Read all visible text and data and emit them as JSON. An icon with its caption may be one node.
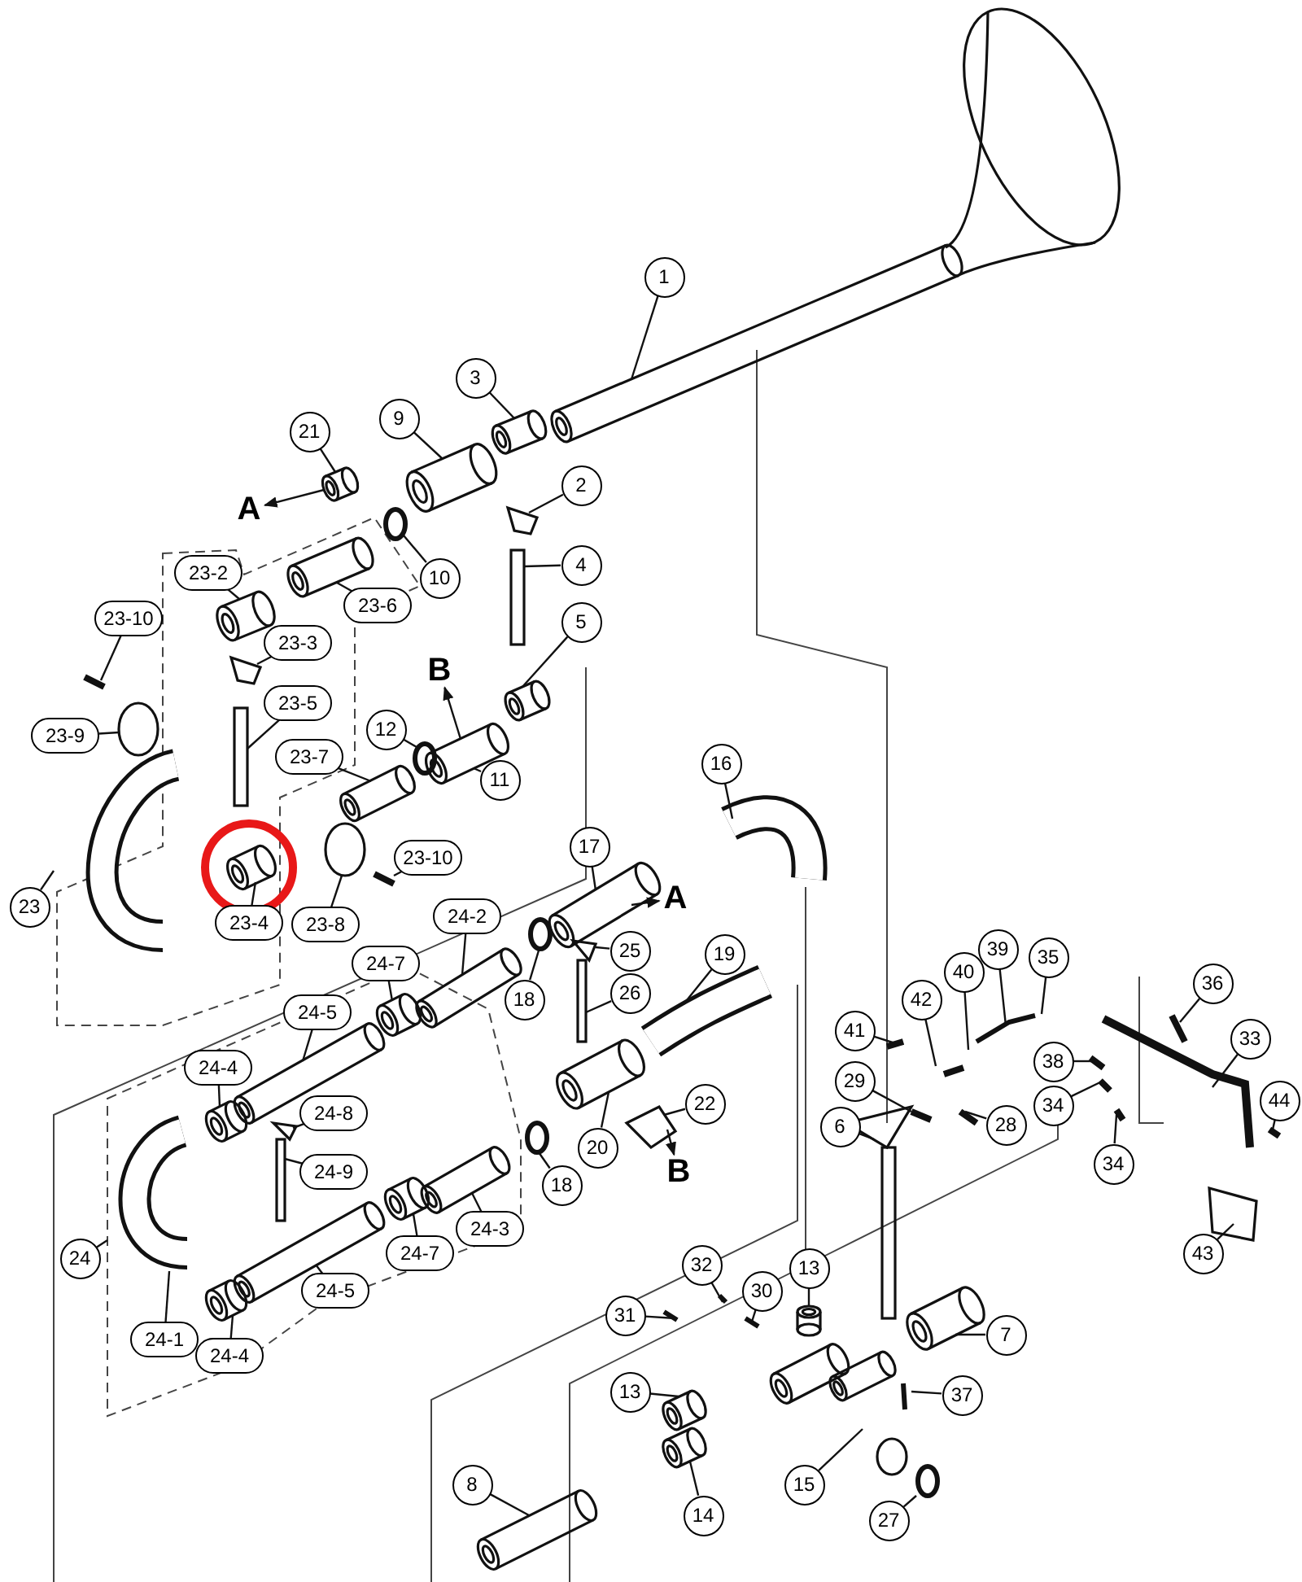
{
  "diagram": {
    "nodes": [
      {
        "text": [
          "1"
        ]
      },
      {
        "text": [
          "3"
        ]
      },
      {
        "text": [
          "9"
        ]
      },
      {
        "text": [
          "21"
        ]
      },
      {
        "text": [
          "2"
        ]
      },
      {
        "text": [
          "A"
        ]
      },
      {
        "text": [
          "10"
        ]
      },
      {
        "text": [
          "4"
        ]
      },
      {
        "text": [
          "23-2"
        ]
      },
      {
        "text": [
          "23-6"
        ]
      },
      {
        "text": [
          "5"
        ]
      },
      {
        "text": [
          "23-10"
        ]
      },
      {
        "text": [
          "23-3"
        ]
      },
      {
        "text": [
          "B"
        ]
      },
      {
        "text": [
          "23-5"
        ]
      },
      {
        "text": [
          "12"
        ]
      },
      {
        "text": [
          "23-9"
        ]
      },
      {
        "text": [
          "23-7"
        ]
      },
      {
        "text": [
          "11"
        ]
      },
      {
        "text": [
          "16"
        ]
      },
      {
        "text": [
          "23-10"
        ]
      },
      {
        "text": [
          "17"
        ]
      },
      {
        "text": [
          "23"
        ]
      },
      {
        "text": [
          "23-4"
        ]
      },
      {
        "text": [
          "23-8"
        ]
      },
      {
        "text": [
          "A"
        ]
      },
      {
        "text": [
          "24-2"
        ]
      },
      {
        "text": [
          "25"
        ]
      },
      {
        "text": [
          "24-7"
        ]
      },
      {
        "text": [
          "19"
        ]
      },
      {
        "text": [
          "18"
        ]
      },
      {
        "text": [
          "26"
        ]
      },
      {
        "text": [
          "24-5"
        ]
      },
      {
        "text": [
          "42"
        ]
      },
      {
        "text": [
          "40"
        ]
      },
      {
        "text": [
          "39"
        ]
      },
      {
        "text": [
          "35"
        ]
      },
      {
        "text": [
          "36"
        ]
      },
      {
        "text": [
          "41"
        ]
      },
      {
        "text": [
          "24-4"
        ]
      },
      {
        "text": [
          "24-8"
        ]
      },
      {
        "text": [
          "22"
        ]
      },
      {
        "text": [
          "29"
        ]
      },
      {
        "text": [
          "28"
        ]
      },
      {
        "text": [
          "38"
        ]
      },
      {
        "text": [
          "34"
        ]
      },
      {
        "text": [
          "34"
        ]
      },
      {
        "text": [
          "33"
        ]
      },
      {
        "text": [
          "44"
        ]
      },
      {
        "text": [
          "6"
        ]
      },
      {
        "text": [
          "24-9"
        ]
      },
      {
        "text": [
          "18"
        ]
      },
      {
        "text": [
          "20"
        ]
      },
      {
        "text": [
          "B"
        ]
      },
      {
        "text": [
          "24-3"
        ]
      },
      {
        "text": [
          "24"
        ]
      },
      {
        "text": [
          "24-7"
        ]
      },
      {
        "text": [
          "43"
        ]
      },
      {
        "text": [
          "24-5"
        ]
      },
      {
        "text": [
          "32"
        ]
      },
      {
        "text": [
          "30"
        ]
      },
      {
        "text": [
          "13"
        ]
      },
      {
        "text": [
          "7"
        ]
      },
      {
        "text": [
          "31"
        ]
      },
      {
        "text": [
          "24-1"
        ]
      },
      {
        "text": [
          "24-4"
        ]
      },
      {
        "text": [
          "13"
        ]
      },
      {
        "text": [
          "37"
        ]
      },
      {
        "text": [
          "15"
        ]
      },
      {
        "text": [
          "8"
        ]
      },
      {
        "text": [
          "27"
        ]
      },
      {
        "text": [
          "14"
        ]
      },
      {
        "text": [],
        "shape": "cylinder"
      },
      {
        "text": [],
        "shape": "ring"
      },
      {
        "text": [],
        "shape": "cylinder"
      },
      {
        "text": [],
        "shape": "ring"
      },
      {
        "text": [],
        "shape": "cylinder"
      },
      {
        "text": [],
        "shape": "ring"
      },
      {
        "text": [],
        "shape": "cylinder"
      },
      {
        "text": [],
        "shape": "ring"
      },
      {
        "text": [],
        "shape": "cylinder"
      },
      {
        "text": [],
        "shape": "cylinder"
      },
      {
        "text": [],
        "shape": "cylinder"
      },
      {
        "text": [],
        "shape": "cylinder"
      },
      {
        "text": [],
        "shape": "ring"
      },
      {
        "text": [],
        "shape": "cylinder"
      }
    ],
    "edges": [
      {
        "from": 0,
        "to": null,
        "arrow": "none"
      },
      {
        "from": 1,
        "to": null,
        "arrow": "none"
      },
      {
        "from": 2,
        "to": null,
        "arrow": "none"
      },
      {
        "from": 3,
        "to": 72,
        "arrow": "none"
      },
      {
        "from": 4,
        "to": null,
        "arrow": "none"
      },
      {
        "from": 72,
        "to": 5,
        "arrow": "to"
      },
      {
        "from": 6,
        "to": 73,
        "arrow": "none"
      },
      {
        "from": 7,
        "to": null,
        "arrow": "none"
      },
      {
        "from": 8,
        "to": null,
        "arrow": "none"
      },
      {
        "from": 9,
        "to": null,
        "arrow": "none"
      },
      {
        "from": 10,
        "to": 74,
        "arrow": "none"
      },
      {
        "from": 11,
        "to": null,
        "arrow": "none"
      },
      {
        "from": 12,
        "to": null,
        "arrow": "none"
      },
      {
        "from": null,
        "to": 13,
        "arrow": "to"
      },
      {
        "from": 14,
        "to": null,
        "arrow": "none"
      },
      {
        "from": 15,
        "to": 75,
        "arrow": "none"
      },
      {
        "from": 16,
        "to": null,
        "arrow": "none"
      },
      {
        "from": 17,
        "to": null,
        "arrow": "none"
      },
      {
        "from": 18,
        "to": null,
        "arrow": "none"
      },
      {
        "from": 19,
        "to": null,
        "arrow": "none"
      },
      {
        "from": 20,
        "to": null,
        "arrow": "none"
      },
      {
        "from": 21,
        "to": null,
        "arrow": "none"
      },
      {
        "from": 22,
        "to": null,
        "arrow": "none"
      },
      {
        "from": 23,
        "to": null,
        "arrow": "none"
      },
      {
        "from": 24,
        "to": null,
        "arrow": "none"
      },
      {
        "from": null,
        "to": 25,
        "arrow": "to"
      },
      {
        "from": 26,
        "to": null,
        "arrow": "none"
      },
      {
        "from": 27,
        "to": null,
        "arrow": "none"
      },
      {
        "from": 28,
        "to": 76,
        "arrow": "none"
      },
      {
        "from": 29,
        "to": null,
        "arrow": "none"
      },
      {
        "from": 30,
        "to": 77,
        "arrow": "none"
      },
      {
        "from": 31,
        "to": null,
        "arrow": "none"
      },
      {
        "from": 32,
        "to": null,
        "arrow": "none"
      },
      {
        "from": 33,
        "to": null,
        "arrow": "none"
      },
      {
        "from": 34,
        "to": null,
        "arrow": "none"
      },
      {
        "from": 35,
        "to": null,
        "arrow": "none"
      },
      {
        "from": 36,
        "to": null,
        "arrow": "none"
      },
      {
        "from": 37,
        "to": null,
        "arrow": "none"
      },
      {
        "from": 38,
        "to": null,
        "arrow": "none"
      },
      {
        "from": 39,
        "to": 78,
        "arrow": "none"
      },
      {
        "from": 40,
        "to": null,
        "arrow": "none"
      },
      {
        "from": 41,
        "to": null,
        "arrow": "none"
      },
      {
        "from": 42,
        "to": null,
        "arrow": "none"
      },
      {
        "from": 43,
        "to": null,
        "arrow": "none"
      },
      {
        "from": 44,
        "to": null,
        "arrow": "none"
      },
      {
        "from": 45,
        "to": null,
        "arrow": "none"
      },
      {
        "from": 46,
        "to": null,
        "arrow": "none"
      },
      {
        "from": 47,
        "to": null,
        "arrow": "none"
      },
      {
        "from": 48,
        "to": null,
        "arrow": "none"
      },
      {
        "from": 49,
        "to": null,
        "arrow": "none"
      },
      {
        "from": 50,
        "to": null,
        "arrow": "none"
      },
      {
        "from": 51,
        "to": 79,
        "arrow": "none"
      },
      {
        "from": 52,
        "to": null,
        "arrow": "none"
      },
      {
        "from": null,
        "to": 53,
        "arrow": "to"
      },
      {
        "from": 54,
        "to": null,
        "arrow": "none"
      },
      {
        "from": 55,
        "to": null,
        "arrow": "none"
      },
      {
        "from": 56,
        "to": 85,
        "arrow": "none"
      },
      {
        "from": 57,
        "to": null,
        "arrow": "none"
      },
      {
        "from": 58,
        "to": null,
        "arrow": "none"
      },
      {
        "from": 59,
        "to": null,
        "arrow": "none"
      },
      {
        "from": 60,
        "to": null,
        "arrow": "none"
      },
      {
        "from": 61,
        "to": 80,
        "arrow": "none"
      },
      {
        "from": 62,
        "to": null,
        "arrow": "none"
      },
      {
        "from": 63,
        "to": null,
        "arrow": "none"
      },
      {
        "from": 64,
        "to": null,
        "arrow": "none"
      },
      {
        "from": 65,
        "to": 81,
        "arrow": "none"
      },
      {
        "from": 66,
        "to": 82,
        "arrow": "none"
      },
      {
        "from": 67,
        "to": null,
        "arrow": "none"
      },
      {
        "from": 68,
        "to": null,
        "arrow": "none"
      },
      {
        "from": 69,
        "to": null,
        "arrow": "none"
      },
      {
        "from": 70,
        "to": 84,
        "arrow": "none"
      },
      {
        "from": 71,
        "to": 83,
        "arrow": "none"
      }
    ]
  }
}
